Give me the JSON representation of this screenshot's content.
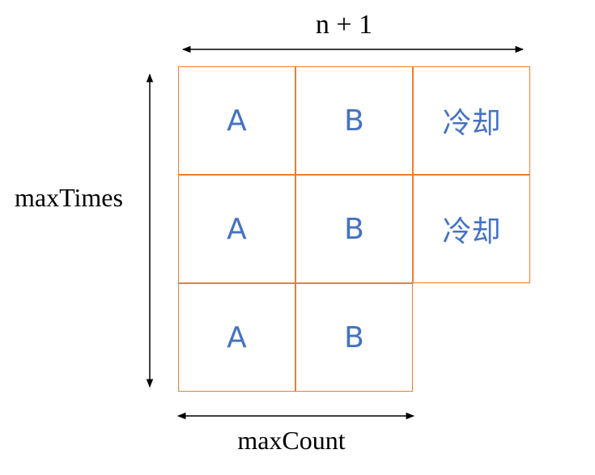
{
  "labels": {
    "top": "n + 1",
    "left": "maxTimes",
    "bottom": "maxCount"
  },
  "grid": {
    "rows": [
      [
        "A",
        "B",
        "冷却"
      ],
      [
        "A",
        "B",
        "冷却"
      ],
      [
        "A",
        "B"
      ]
    ]
  },
  "colors": {
    "cell_border": "#ED7D31",
    "cell_text": "#4472C4",
    "arrow": "#000000"
  }
}
